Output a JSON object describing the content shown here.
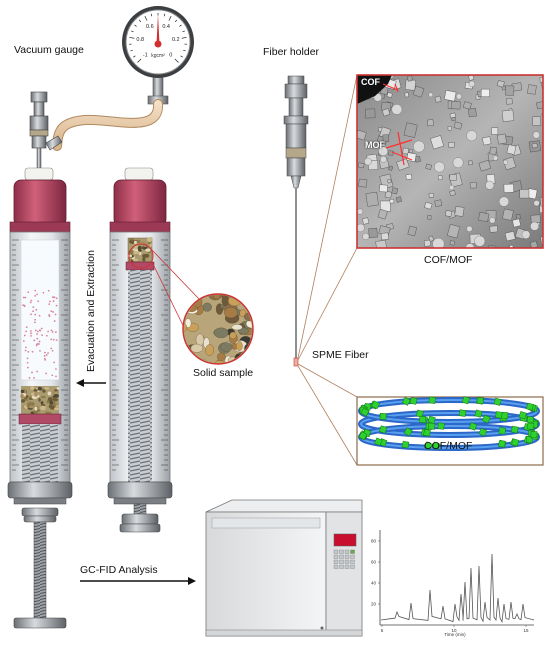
{
  "labels": {
    "vacuum_gauge": "Vacuum gauge",
    "fiber_holder": "Fiber holder",
    "cof_tag": "COF",
    "mof_tag": "MOF",
    "cof_mof_sem": "COF/MOF",
    "spme_fiber": "SPME Fiber",
    "cof_mof_model": "COF/MOF",
    "solid_sample": "Solid sample",
    "evacuation": "Evacuation and Extraction",
    "gc_fid": "GC-FID Analysis",
    "gauge_unit": "kgcm²"
  },
  "gauge": {
    "ticks": [
      "-1",
      "0.8",
      "0.6",
      "0.4",
      "0.2",
      "0"
    ]
  },
  "chromatogram": {
    "x_axis_label": "Time (min)",
    "x_ticks": [
      "5",
      "10",
      "15"
    ],
    "y_ticks": [
      "20",
      "40",
      "60",
      "80"
    ]
  },
  "colors": {
    "syringe_cap": "#c0506a",
    "syringe_cap_dark": "#8e2f48",
    "zoom_frame": "#cc3333",
    "cof_model_blue": "#3a7bd5",
    "cof_model_green": "#2fd12f"
  }
}
